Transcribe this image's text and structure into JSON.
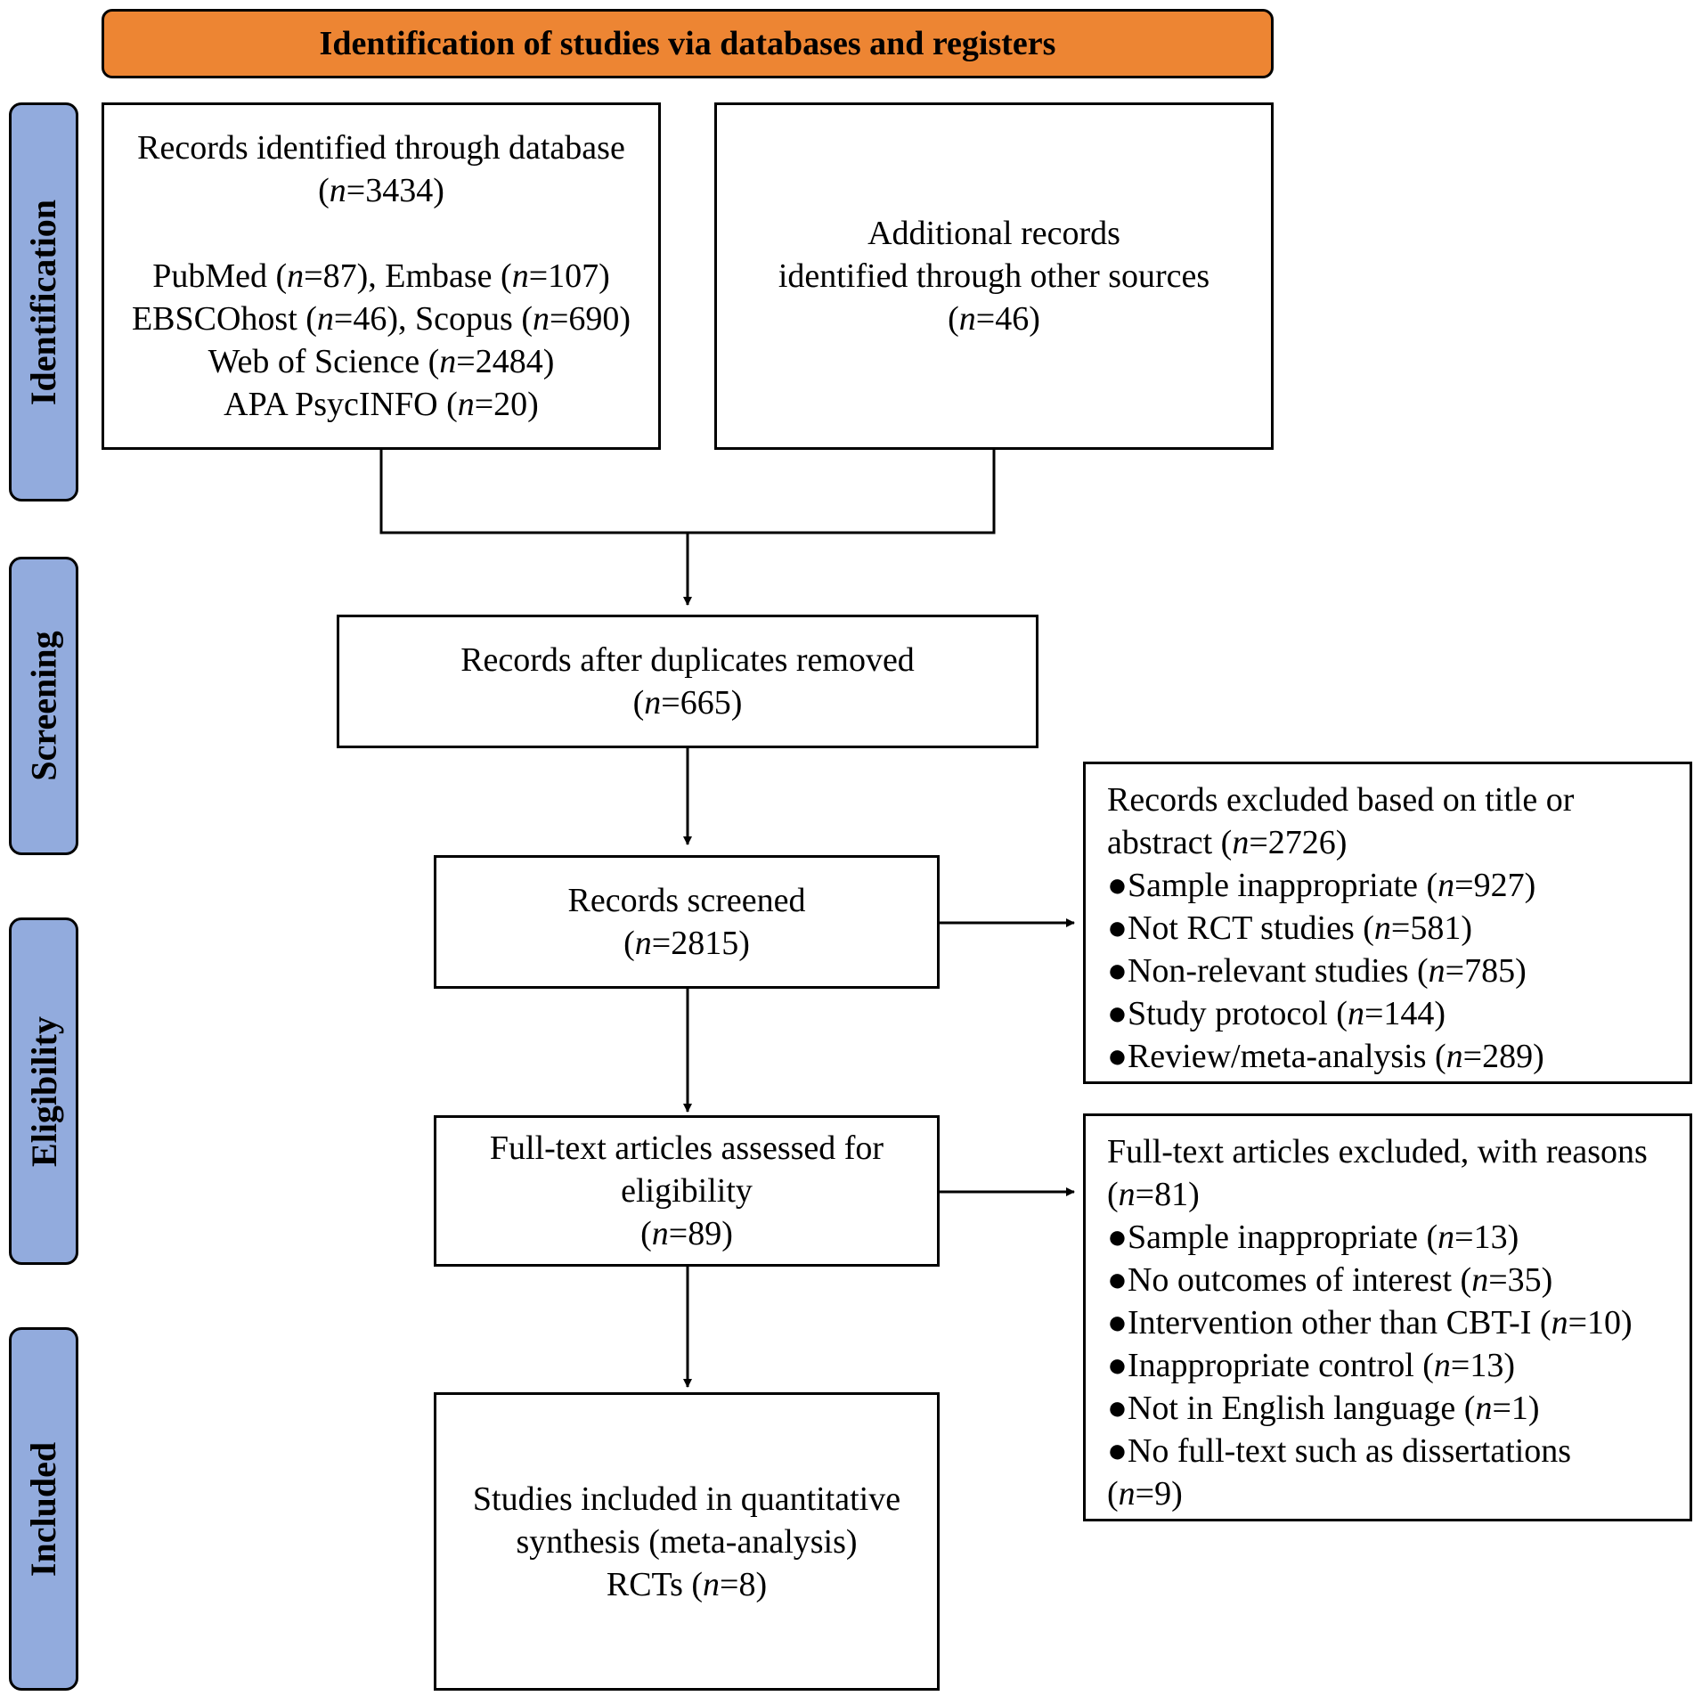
{
  "header": {
    "title": "Identification of studies via databases and registers"
  },
  "stages": {
    "identification": "Identification",
    "screening": "Screening",
    "eligibility": "Eligibility",
    "included": "Included"
  },
  "boxes": {
    "database": {
      "line1": "Records identified through database",
      "n1": "3434",
      "l_pubmed": "PubMed",
      "n_pubmed": "87",
      "l_embase": "Embase",
      "n_embase": "107",
      "l_ebsco": "EBSCOhost",
      "n_ebsco": "46",
      "l_scopus": "Scopus",
      "n_scopus": "690",
      "l_wos": "Web of Science",
      "n_wos": "2484",
      "l_apa": "APA PsycINFO",
      "n_apa": "20"
    },
    "other_sources": {
      "line1": "Additional records",
      "line2": "identified through other sources",
      "n": "46"
    },
    "duplicates_removed": {
      "line1": "Records after duplicates removed",
      "n": "665"
    },
    "screened": {
      "line1": "Records screened",
      "n": "2815"
    },
    "excluded_title": {
      "line1": "Records excluded based on title or",
      "line2": "abstract",
      "n": "2726",
      "items": [
        {
          "label": "Sample inappropriate",
          "n": "927"
        },
        {
          "label": "Not RCT studies",
          "n": "581"
        },
        {
          "label": "Non-relevant studies",
          "n": "785"
        },
        {
          "label": "Study protocol",
          "n": "144"
        },
        {
          "label": "Review/meta-analysis",
          "n": "289"
        }
      ]
    },
    "fulltext_assessed": {
      "line1": "Full-text articles assessed for",
      "line2": "eligibility",
      "n": "89"
    },
    "fulltext_excluded": {
      "line1": "Full-text articles excluded, with reasons",
      "n": "81",
      "items": [
        {
          "label": "Sample inappropriate",
          "n": "13"
        },
        {
          "label": "No outcomes of interest",
          "n": "35"
        },
        {
          "label": "Intervention other than CBT-I",
          "n": "10"
        },
        {
          "label": "Inappropriate control",
          "n": "13"
        },
        {
          "label": "Not in English language",
          "n": "1"
        },
        {
          "label": "No full-text such as dissertations",
          "n": "9"
        }
      ]
    },
    "included": {
      "line1": "Studies included in quantitative",
      "line2": "synthesis (meta-analysis)",
      "line3": "RCTs",
      "n": "8"
    }
  },
  "symbols": {
    "n_italic": "n",
    "eq": "=",
    "bullet": "●"
  }
}
